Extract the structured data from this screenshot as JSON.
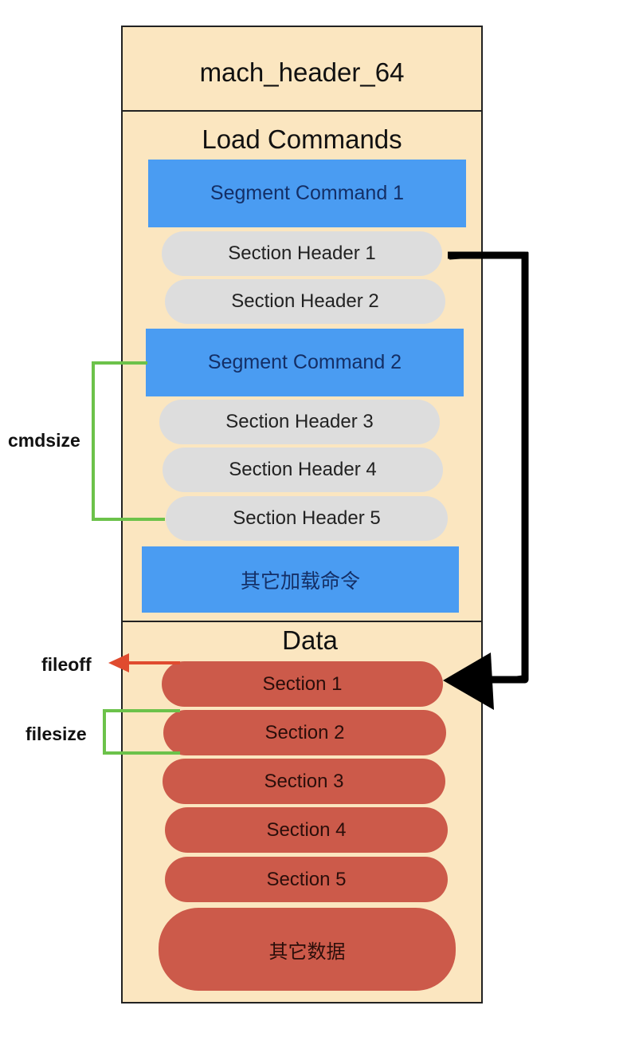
{
  "header": {
    "title": "mach_header_64"
  },
  "load_commands": {
    "title": "Load Commands",
    "segment_1": "Segment Command 1",
    "section_header_1": "Section Header 1",
    "section_header_2": "Section Header 2",
    "segment_2": "Segment Command 2",
    "section_header_3": "Section Header 3",
    "section_header_4": "Section Header 4",
    "section_header_5": "Section Header 5",
    "other_commands": "其它加载命令"
  },
  "data": {
    "title": "Data",
    "section_1": "Section 1",
    "section_2": "Section 2",
    "section_3": "Section 3",
    "section_4": "Section 4",
    "section_5": "Section 5",
    "other_data": "其它数据"
  },
  "labels": {
    "cmdsize": "cmdsize",
    "fileoff": "fileoff",
    "filesize": "filesize"
  },
  "colors": {
    "background": "#fbe6c0",
    "segment_command": "#4a9cf2",
    "section_header": "#dddddd",
    "section": "#cc5a4a",
    "bracket": "#6cc24a",
    "fileoff_arrow": "#e04b2f",
    "link_arrow": "#000000"
  }
}
